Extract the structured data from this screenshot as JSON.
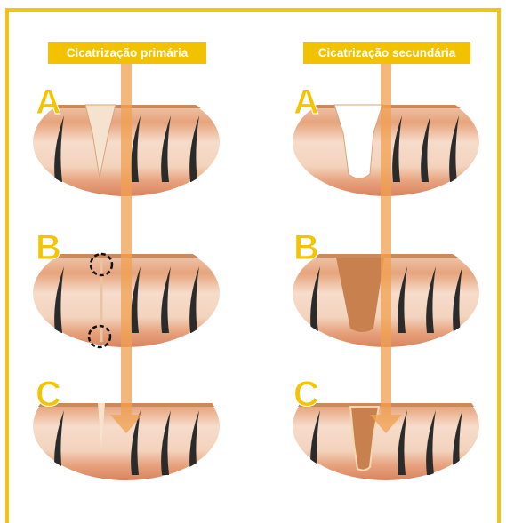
{
  "headers": {
    "primary": "Cicatrização primária",
    "secondary": "Cicatrização secundária"
  },
  "stages": {
    "a": "A",
    "b": "B",
    "c": "C"
  },
  "colors": {
    "accent_yellow": "#f2c200",
    "arrow_orange": "#f0a050",
    "skin_top": "#e9b28e",
    "skin_mid": "#f4dcc8",
    "skin_bottom": "#d98a66",
    "hair": "#2b2b2b"
  }
}
